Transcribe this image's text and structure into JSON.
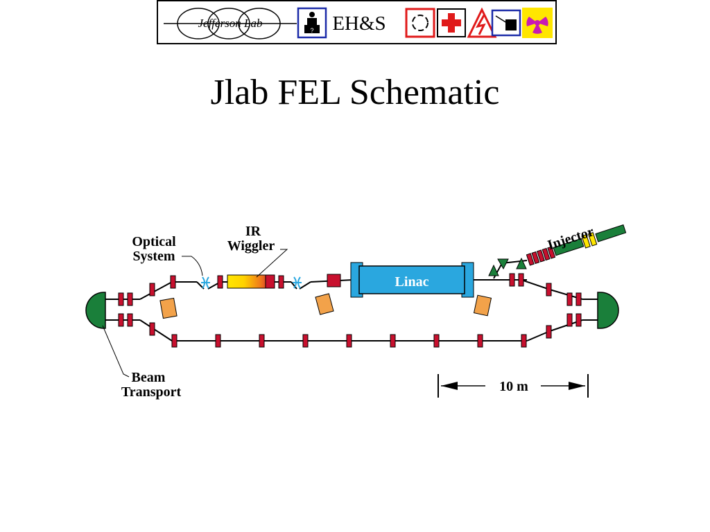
{
  "header": {
    "logo_text": "Jefferson Lab",
    "ehs_label": "EH&S"
  },
  "title": "Jlab FEL Schematic",
  "diagram": {
    "labels": {
      "optical_line1": "Optical",
      "optical_line2": "System",
      "ir_line1": "IR",
      "ir_line2": "Wiggler",
      "linac": "Linac",
      "injector": "Injector",
      "beam_line1": "Beam",
      "beam_line2": "Transport",
      "scale": "10 m"
    },
    "colors": {
      "quad_red": "#c8102e",
      "dipole_green": "#1a7f3a",
      "linac_blue": "#2aa7df",
      "magnet_orange": "#f2a24a",
      "wiggler_yellow": "#ffe600"
    }
  }
}
